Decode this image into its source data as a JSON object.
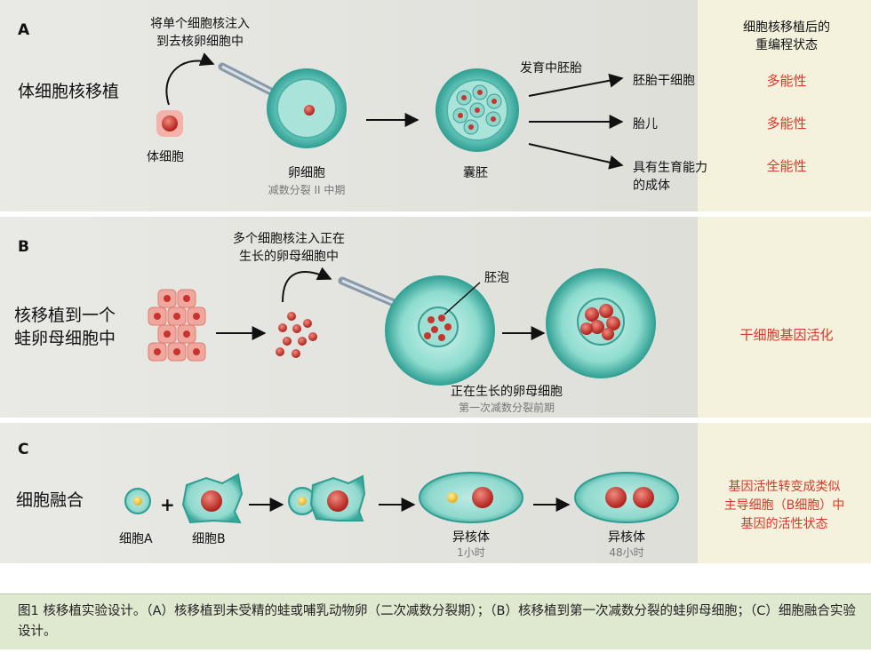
{
  "panel_a": {
    "letter": "A",
    "title": "体细胞核移植",
    "injection_note_line1": "将单个细胞核注入",
    "injection_note_line2": "到去核卵细胞中",
    "somatic_cell": "体细胞",
    "egg_cell": "卵细胞",
    "egg_stage": "减数分裂 II 中期",
    "blastocyst": "囊胚",
    "embryo_dev": "发育中胚胎",
    "outcome1": "胚胎干细胞",
    "outcome2": "胎儿",
    "outcome3_line1": "具有生育能力",
    "outcome3_line2": "的成体",
    "header_line1": "细胞核移植后的",
    "header_line2": "重编程状态",
    "state1": "多能性",
    "state2": "多能性",
    "state3": "全能性"
  },
  "panel_b": {
    "letter": "B",
    "title_line1": "核移植到一个",
    "title_line2": "蛙卵母细胞中",
    "injection_note_line1": "多个细胞核注入正在",
    "injection_note_line2": "生长的卵母细胞中",
    "vesicle": "胚泡",
    "oocyte": "正在生长的卵母细胞",
    "oocyte_stage": "第一次减数分裂前期",
    "state": "干细胞基因活化"
  },
  "panel_c": {
    "letter": "C",
    "title": "细胞融合",
    "cell_a": "细胞A",
    "cell_b": "细胞B",
    "plus": "+",
    "hetero1": "异核体",
    "hetero1_time": "1小时",
    "hetero2": "异核体",
    "hetero2_time": "48小时",
    "state_line1": "基因活性转变成类似",
    "state_line2": "主导细胞（B细胞）中",
    "state_line3": "基因的活性状态"
  },
  "caption": "图1 核移植实验设计。（A）核移植到未受精的蛙或哺乳动物卵（二次减数分裂期）；（B）核移植到第一次减数分裂的蛙卵母细胞；（C）细胞融合实验设计。",
  "colors": {
    "state_red": "#d83a2a",
    "cell_teal": "#4fc2b5",
    "nucleus_red": "#c7352f",
    "right_column": "#f4f1dc",
    "caption_bg": "#dfe9cf"
  }
}
